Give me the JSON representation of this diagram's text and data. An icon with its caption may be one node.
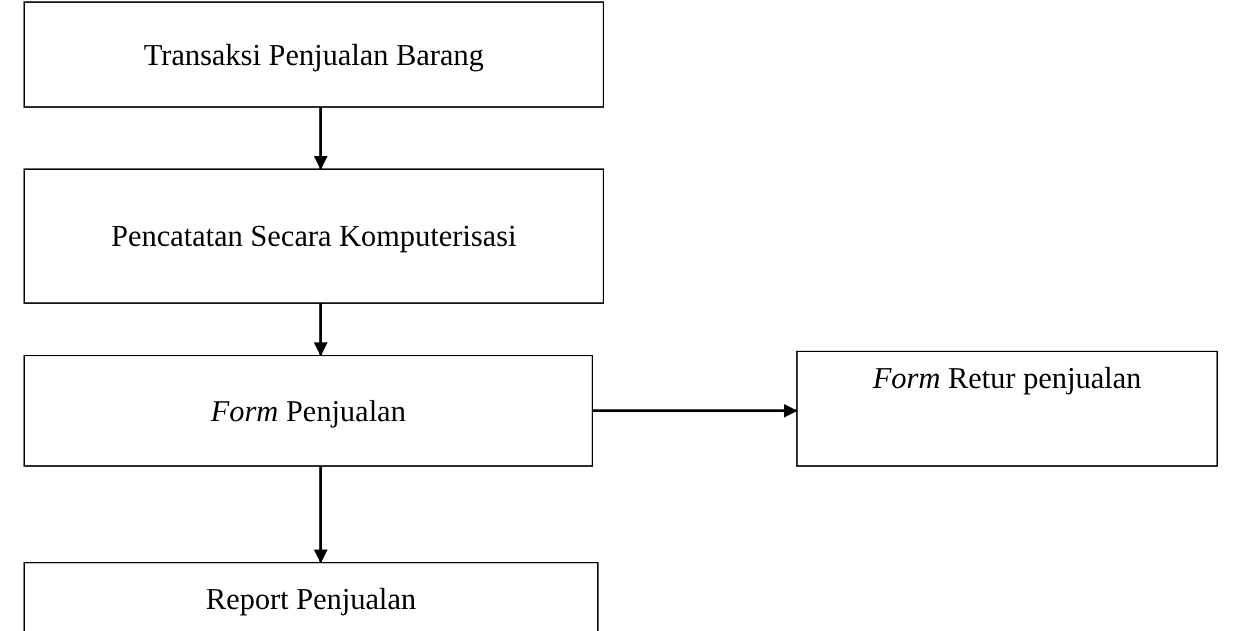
{
  "diagram": {
    "nodes": [
      {
        "text": [
          "Transaksi Penjualan Barang"
        ]
      },
      {
        "text": [
          "Pencatatan Secara Komputerisasi"
        ]
      },
      {
        "text": [
          "*Form* Penjualan"
        ]
      },
      {
        "text": [
          "Report Penjualan"
        ]
      },
      {
        "text": [
          "*Form* Retur penjualan"
        ]
      }
    ],
    "edges": [
      {
        "from": 0,
        "to": 1,
        "arrow": "to"
      },
      {
        "from": 1,
        "to": 2,
        "arrow": "to"
      },
      {
        "from": 2,
        "to": 3,
        "arrow": "to"
      },
      {
        "from": 2,
        "to": 4,
        "arrow": "to"
      }
    ]
  }
}
